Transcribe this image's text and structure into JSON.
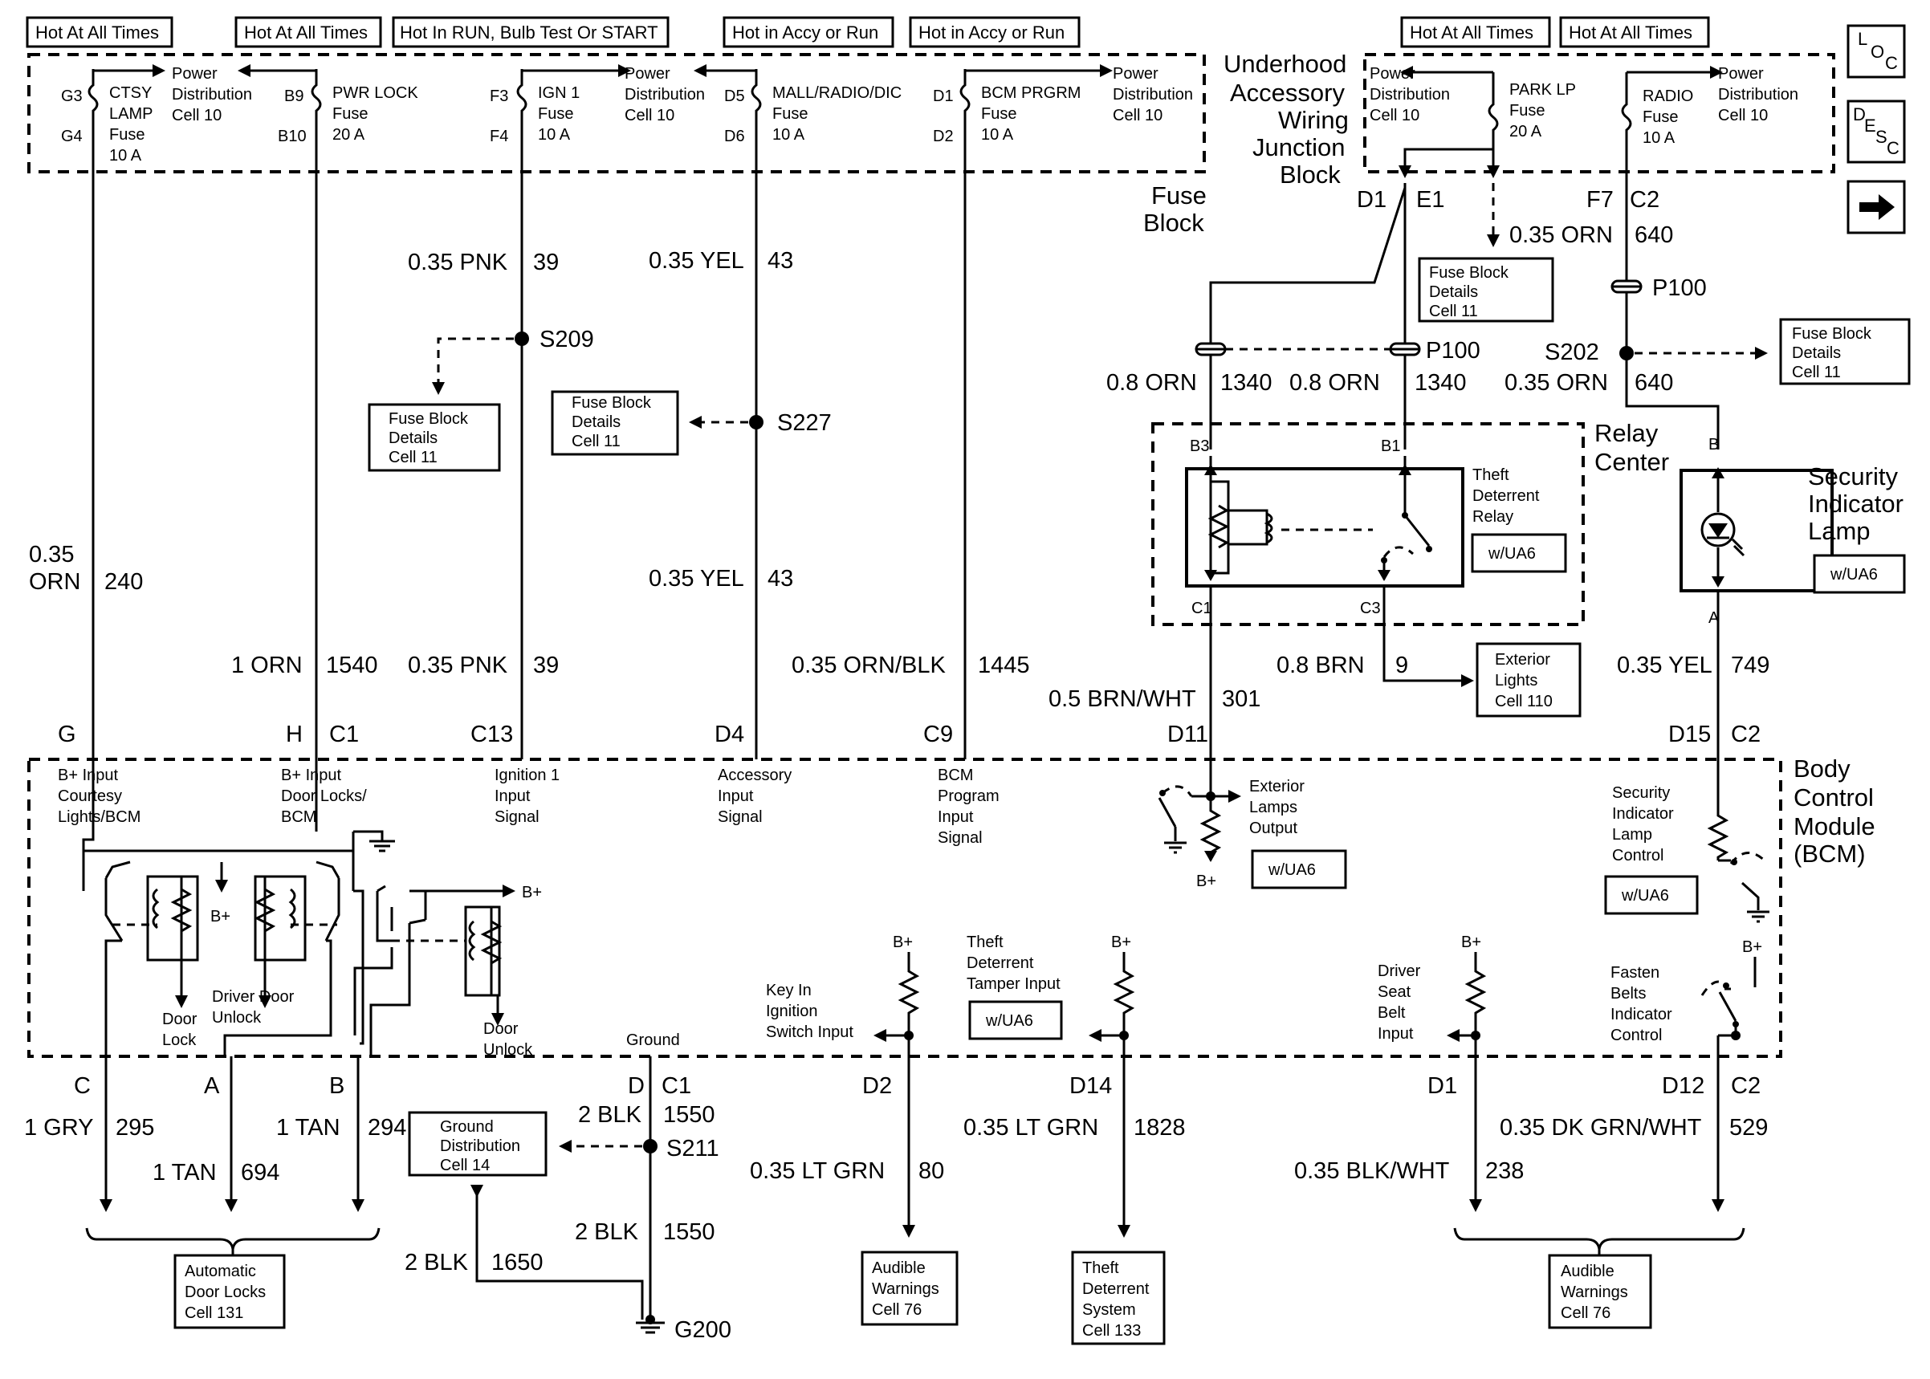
{
  "header_labels": [
    "Hot At All Times",
    "Hot At All Times",
    "Hot In RUN, Bulb Test Or START",
    "Hot in Accy or Run",
    "Hot in Accy or Run",
    "Hot At All Times",
    "Hot At All Times"
  ],
  "nav": {
    "loc": "LOC",
    "desc": "DESC",
    "next_arrow": "➡"
  },
  "fuses": [
    {
      "top": "G3",
      "bottom": "G4",
      "name": [
        "CTSY",
        "LAMP",
        "Fuse",
        "10 A"
      ]
    },
    {
      "top": "B9",
      "bottom": "B10",
      "name": [
        "PWR LOCK",
        "Fuse",
        "20 A"
      ]
    },
    {
      "top": "F3",
      "bottom": "F4",
      "name": [
        "IGN 1",
        "Fuse",
        "10 A"
      ]
    },
    {
      "top": "D5",
      "bottom": "D6",
      "name": [
        "MALL/RADIO/DIC",
        "Fuse",
        "10 A"
      ]
    },
    {
      "top": "D1",
      "bottom": "D2",
      "name": [
        "BCM PRGRM",
        "Fuse",
        "10 A"
      ]
    },
    {
      "name": [
        "PARK LP",
        "Fuse",
        "20 A"
      ]
    },
    {
      "name": [
        "RADIO",
        "Fuse",
        "10 A"
      ]
    }
  ],
  "power_distribution": [
    "Power",
    "Distribution",
    "Cell 10"
  ],
  "blocks": {
    "fuse_block": [
      "Fuse",
      "Block"
    ],
    "underhood": [
      "Underhood",
      "Accessory",
      "Wiring",
      "Junction",
      "Block"
    ],
    "relay_center": [
      "Relay",
      "Center"
    ],
    "bcm": [
      "Body",
      "Control",
      "Module",
      "(BCM)"
    ]
  },
  "fuse_block_details": [
    "Fuse Block",
    "Details",
    "Cell 11"
  ],
  "splices": [
    "S209",
    "S227",
    "S202",
    "S211"
  ],
  "connectors": {
    "p100": "P100",
    "d1": "D1",
    "e1": "E1",
    "f7": "F7",
    "c2": "C2",
    "relay_b3": "B3",
    "relay_b1": "B1",
    "relay_c1": "C1",
    "relay_c3": "C3",
    "lamp_b": "B",
    "lamp_a": "A",
    "bcm_top": [
      "G",
      "H",
      "C1",
      "C13",
      "D4",
      "C9",
      "D11",
      "D15",
      "C2"
    ],
    "bcm_bottom": [
      "C",
      "A",
      "B",
      "D",
      "C1",
      "D2",
      "D14",
      "D1",
      "D12",
      "C2"
    ]
  },
  "wires": {
    "pnk_39": [
      "0.35 PNK",
      "39"
    ],
    "yel_43": [
      "0.35 YEL",
      "43"
    ],
    "orn_640": [
      "0.35 ORN",
      "640"
    ],
    "orn_1340": [
      "0.8 ORN",
      "1340"
    ],
    "orn_240": [
      "0.35",
      "ORN",
      "240"
    ],
    "orn_1540": [
      "1 ORN",
      "1540"
    ],
    "orn_blk_1445": [
      "0.35 ORN/BLK",
      "1445"
    ],
    "brn_wht_301": [
      "0.5 BRN/WHT",
      "301"
    ],
    "brn_9": [
      "0.8 BRN",
      "9"
    ],
    "yel_749": [
      "0.35 YEL",
      "749"
    ],
    "gry_295": [
      "1 GRY",
      "295"
    ],
    "tan_694": [
      "1 TAN",
      "694"
    ],
    "tan_294": [
      "1 TAN",
      "294"
    ],
    "blk_1550": [
      "2 BLK",
      "1550"
    ],
    "blk_1650": [
      "2 BLK",
      "1650"
    ],
    "ltgrn_80": [
      "0.35 LT GRN",
      "80"
    ],
    "ltgrn_1828": [
      "0.35 LT GRN",
      "1828"
    ],
    "blkwht_238": [
      "0.35 BLK/WHT",
      "238"
    ],
    "dkgrnwht_529": [
      "0.35 DK GRN/WHT",
      "529"
    ]
  },
  "relay": {
    "name": [
      "Theft",
      "Deterrent",
      "Relay"
    ],
    "option": "w/UA6"
  },
  "security_lamp": [
    "Security",
    "Indicator",
    "Lamp"
  ],
  "exterior_lights_ref": [
    "Exterior",
    "Lights",
    "Cell 110"
  ],
  "bcm_inputs": {
    "courtesy": [
      "B+ Input",
      "Courtesy",
      "Lights/BCM"
    ],
    "door_locks": [
      "B+ Input",
      "Door Locks/",
      "BCM"
    ],
    "ignition": [
      "Ignition 1",
      "Input",
      "Signal"
    ],
    "accessory": [
      "Accessory",
      "Input",
      "Signal"
    ],
    "program": [
      "BCM",
      "Program",
      "Input",
      "Signal"
    ],
    "ext_lamps": [
      "Exterior",
      "Lamps",
      "Output"
    ],
    "security_ctrl": [
      "Security",
      "Indicator",
      "Lamp",
      "Control"
    ],
    "door_lock": [
      "Door",
      "Lock"
    ],
    "driver_door_unlock": [
      "Driver Door",
      "Unlock"
    ],
    "door_unlock": [
      "Door",
      "Unlock"
    ],
    "ground": "Ground",
    "key_in": [
      "Key In",
      "Ignition",
      "Switch Input"
    ],
    "theft_tamper": [
      "Theft",
      "Deterrent",
      "Tamper Input"
    ],
    "driver_belt": [
      "Driver",
      "Seat",
      "Belt",
      "Input"
    ],
    "fasten_belts": [
      "Fasten",
      "Belts",
      "Indicator",
      "Control"
    ],
    "b_plus": "B+"
  },
  "destinations": {
    "auto_door_locks": [
      "Automatic",
      "Door Locks",
      "Cell 131"
    ],
    "ground_dist": [
      "Ground",
      "Distribution",
      "Cell 14"
    ],
    "audible_1": [
      "Audible",
      "Warnings",
      "Cell 76"
    ],
    "theft_system": [
      "Theft",
      "Deterrent",
      "System",
      "Cell 133"
    ],
    "audible_2": [
      "Audible",
      "Warnings",
      "Cell 76"
    ]
  },
  "ground_point": "G200"
}
